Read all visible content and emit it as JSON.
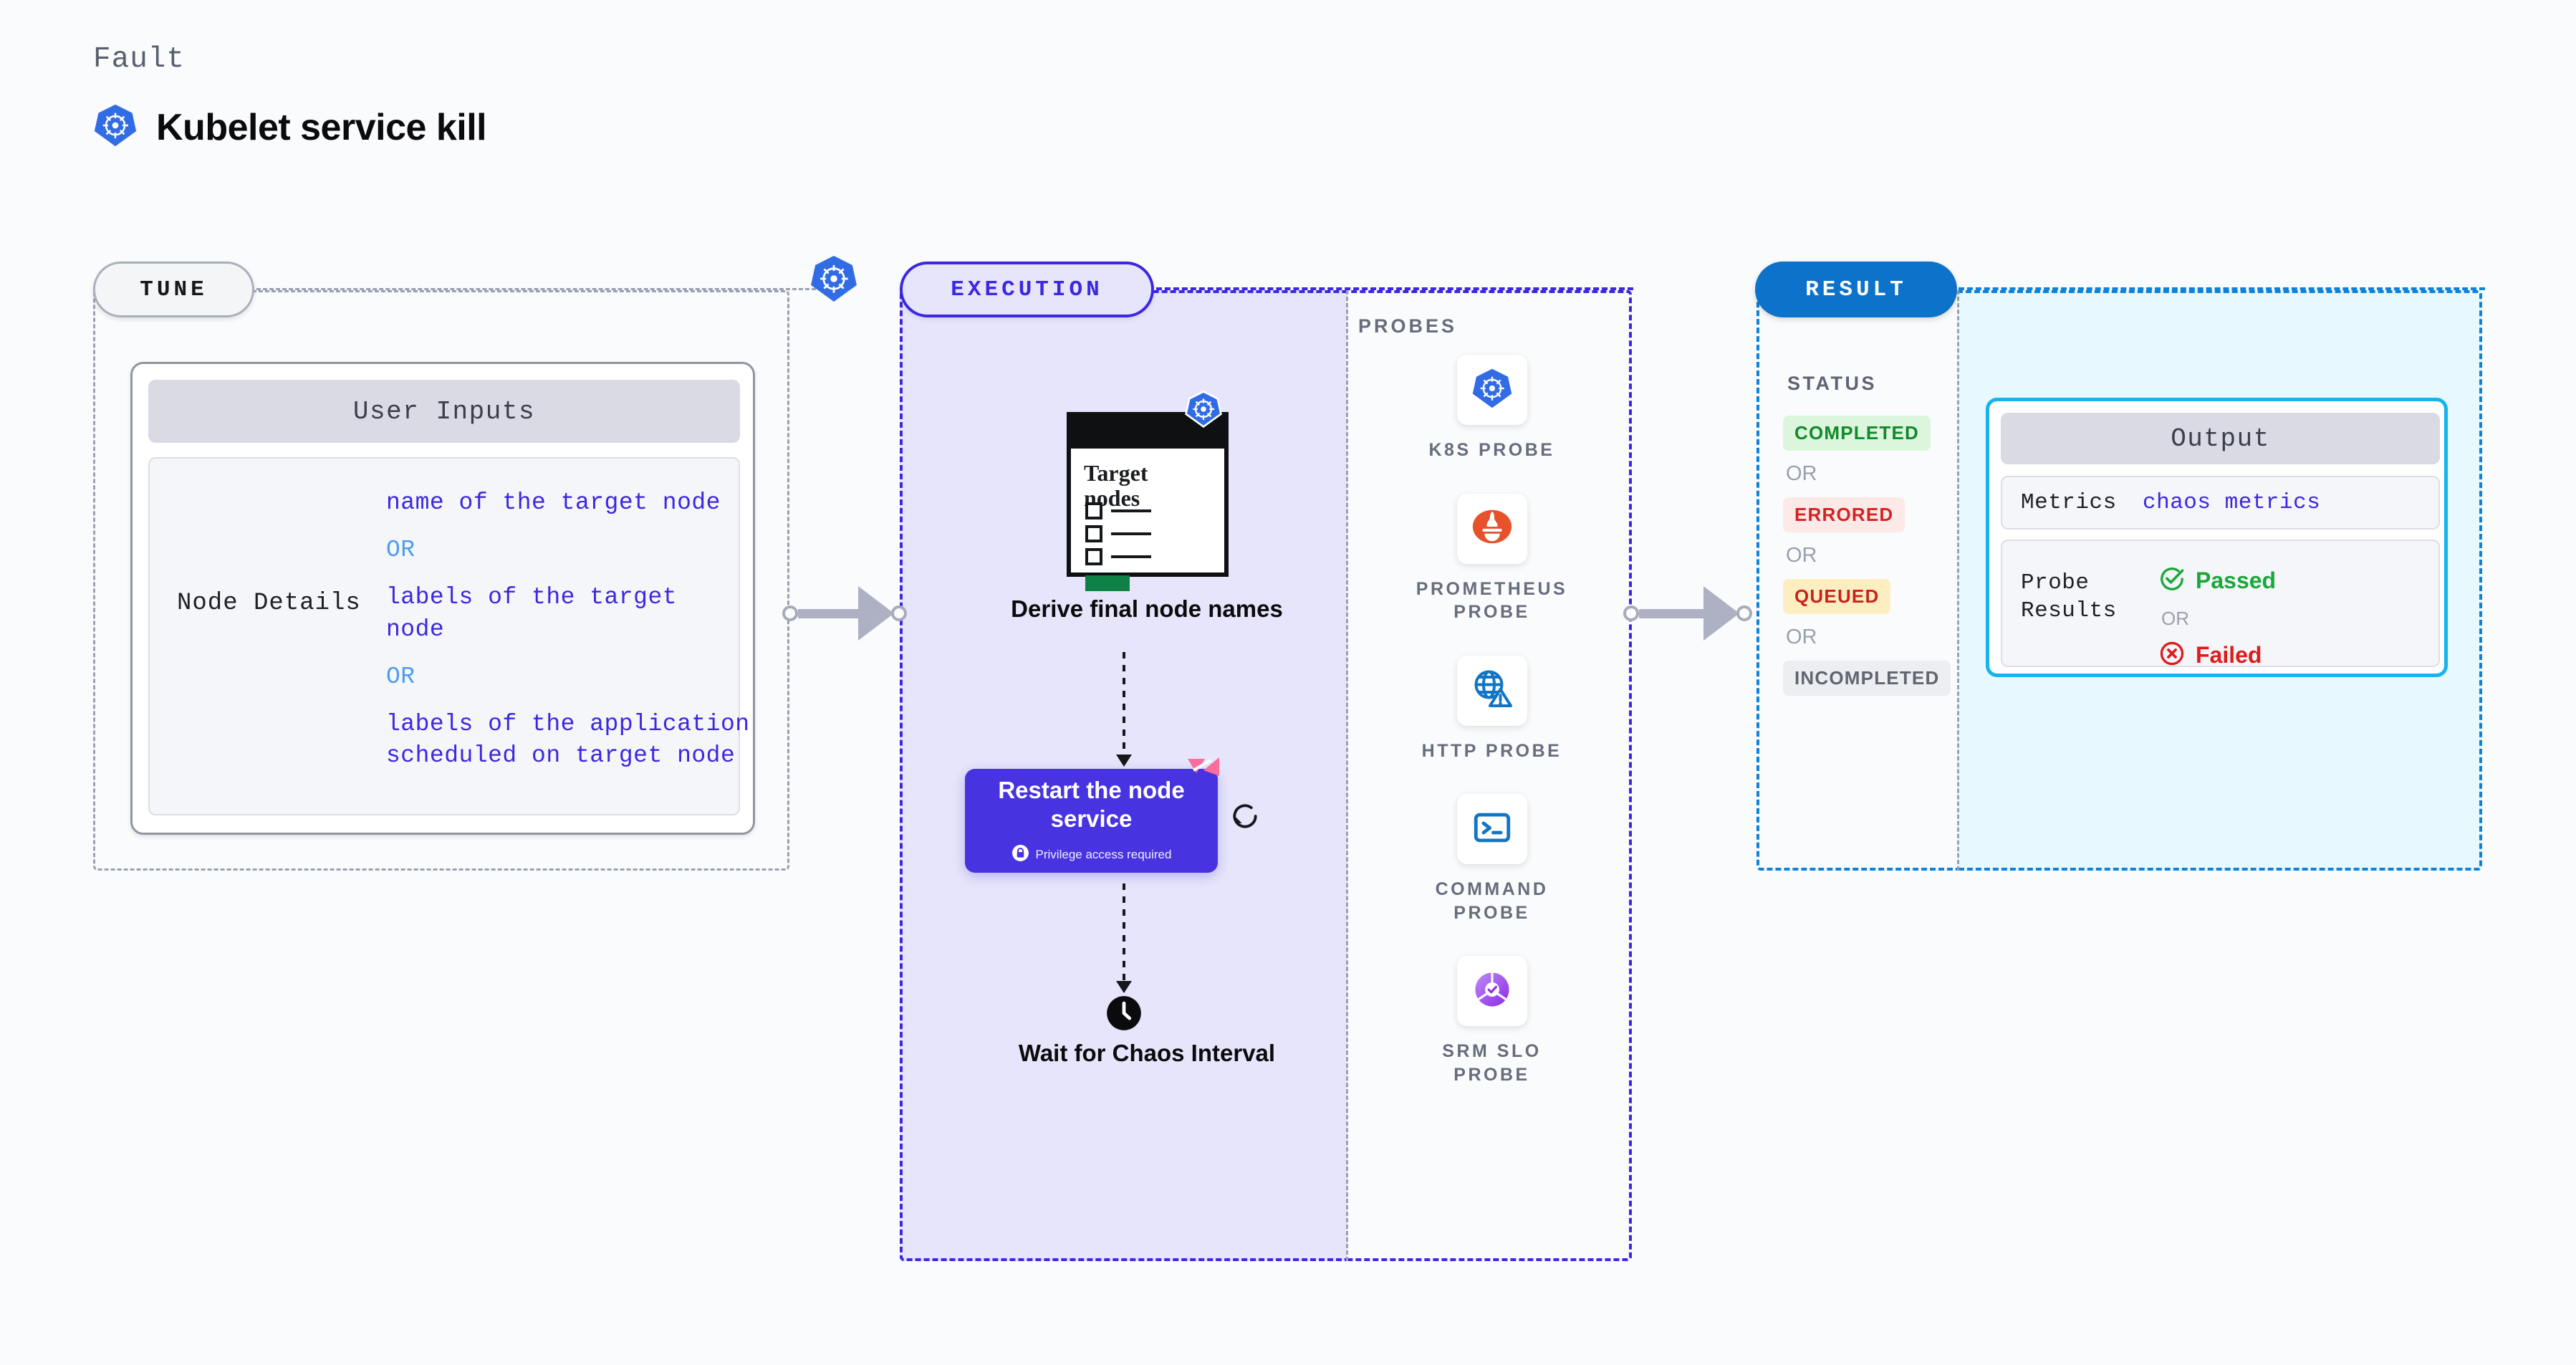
{
  "header": {
    "eyebrow": "Fault",
    "title": "Kubelet service kill",
    "logo_icon": "kubernetes-icon"
  },
  "tune": {
    "pill_label": "TUNE",
    "badge_icon": "kubernetes-icon",
    "card": {
      "header": "User Inputs",
      "row_label": "Node Details",
      "values": [
        "name of the target node",
        "labels of the target node",
        "labels of the application scheduled on target node"
      ],
      "separator": "OR"
    }
  },
  "execution": {
    "pill_label": "EXECUTION",
    "steps": [
      {
        "id": "derive",
        "label": "Derive final node names",
        "card_title": "Target nodes",
        "badge_icon": "kubernetes-icon"
      },
      {
        "id": "restart",
        "label": "Restart the node service",
        "note": "Privilege access required",
        "note_icon": "lock-icon",
        "corner_icon": "harness-icon",
        "side_icon": "refresh-icon"
      },
      {
        "id": "wait",
        "label": "Wait for Chaos Interval",
        "icon": "clock-icon"
      }
    ]
  },
  "probes": {
    "heading": "PROBES",
    "items": [
      {
        "label": "K8S PROBE",
        "icon": "kubernetes-icon"
      },
      {
        "label": "PROMETHEUS PROBE",
        "icon": "prometheus-icon"
      },
      {
        "label": "HTTP PROBE",
        "icon": "http-globe-warning-icon"
      },
      {
        "label": "COMMAND PROBE",
        "icon": "terminal-icon"
      },
      {
        "label": "SRM SLO PROBE",
        "icon": "srm-slo-icon"
      }
    ]
  },
  "result": {
    "pill_label": "RESULT",
    "status_heading": "STATUS",
    "separator": "OR",
    "statuses": [
      {
        "label": "COMPLETED",
        "color": "#118a2b",
        "bg": "#dcf5dd"
      },
      {
        "label": "ERRORED",
        "color": "#d62222",
        "bg": "#fde9e8"
      },
      {
        "label": "QUEUED",
        "color": "#c7241b",
        "bg": "#fdeec2"
      },
      {
        "label": "INCOMPLETED",
        "color": "#60656f",
        "bg": "#eceef2"
      }
    ],
    "output": {
      "header": "Output",
      "metrics_key": "Metrics",
      "metrics_value": "chaos metrics",
      "probe_results_key": "Probe Results",
      "passed_label": "Passed",
      "passed_icon": "check-circle-icon",
      "failed_label": "Failed",
      "failed_icon": "x-circle-icon",
      "separator": "OR"
    }
  },
  "colors": {
    "k8s_blue": "#326ce5",
    "execution_purple": "#3b28e0",
    "restart_purple": "#4733e0",
    "result_blue": "#0d72c9",
    "output_border": "#18b3ef",
    "pass_green": "#1aa83a",
    "fail_red": "#e01b1b"
  }
}
